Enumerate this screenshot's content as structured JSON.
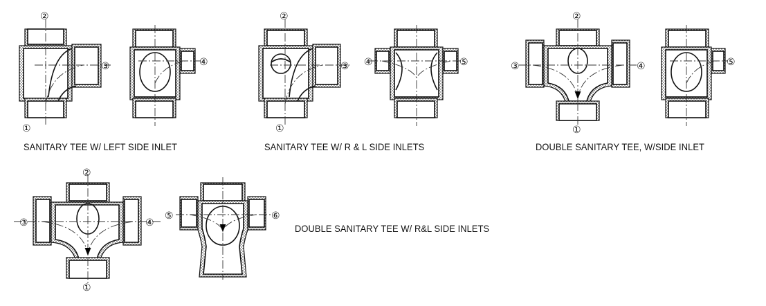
{
  "figures": [
    {
      "caption": "SANITARY TEE W/ LEFT SIDE INLET"
    },
    {
      "caption": "SANITARY TEE W/ R & L SIDE INLETS"
    },
    {
      "caption": "DOUBLE SANITARY TEE, W/SIDE INLET"
    },
    {
      "caption": "DOUBLE SANITARY TEE W/ R&L SIDE INLETS"
    }
  ],
  "port_labels": {
    "p1": "①",
    "p2": "②",
    "p3": "③",
    "p4": "④",
    "p5": "⑤",
    "p6": "⑥"
  },
  "colors": {
    "line": "#111111",
    "background": "#ffffff"
  }
}
